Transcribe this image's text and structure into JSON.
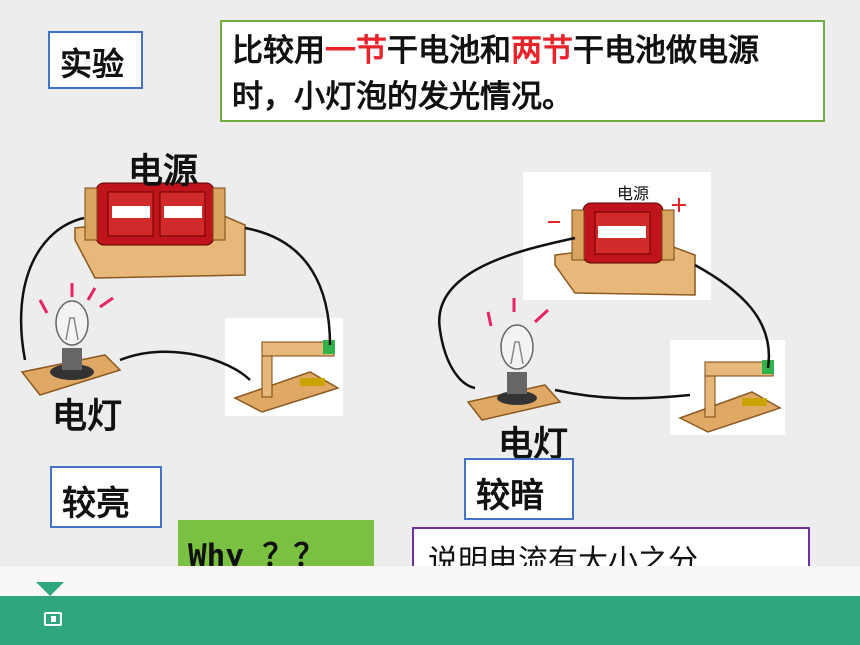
{
  "experiment_tag": "实验",
  "title": {
    "part1": "比较用",
    "one_cell": "一节",
    "part2": "干电池和",
    "two_cells": "两节",
    "part3": "干电池做电源时，小灯泡的发光情况。"
  },
  "left_circuit": {
    "power_label": "电源",
    "lamp_label": "电灯",
    "result": "较亮"
  },
  "right_circuit": {
    "power_label": "电源",
    "lamp_label": "电灯",
    "result": "较暗"
  },
  "question": "Why ？？",
  "conclusion": "说明电流有大小之分",
  "colors": {
    "accent_red": "#e8232a",
    "footer_green": "#2ea77d",
    "box_blue": "#4472c4",
    "box_green": "#70ad47",
    "question_bg": "#7ac141",
    "box_purple": "#7030a0"
  },
  "footer_icon": "presentation-icon"
}
